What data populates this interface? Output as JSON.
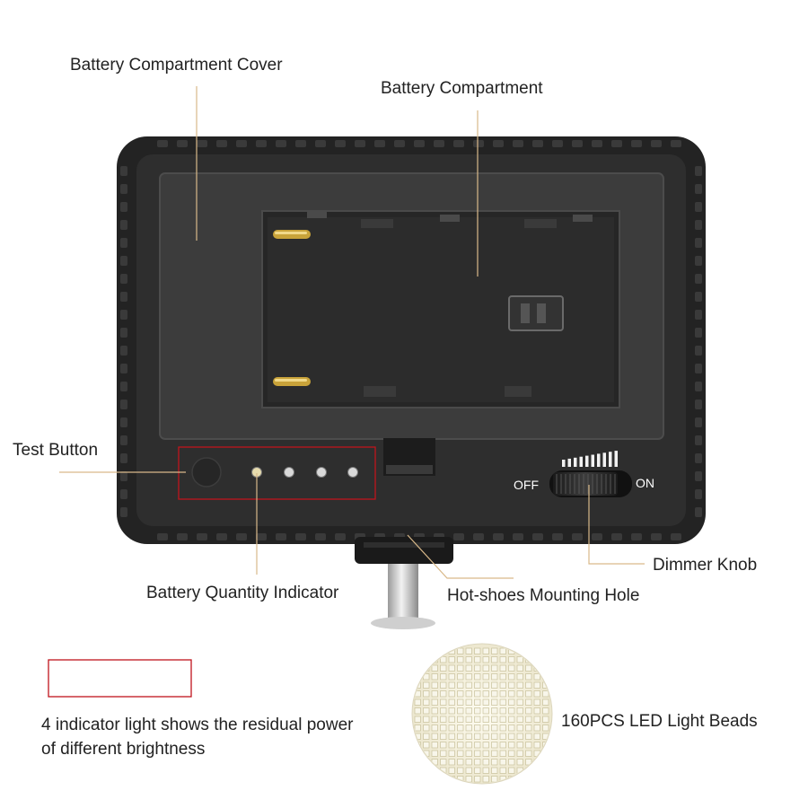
{
  "labels": {
    "battery_cover": "Battery Compartment Cover",
    "battery_compartment": "Battery Compartment",
    "test_button": "Test Button",
    "battery_indicator": "Battery Quantity Indicator",
    "hot_shoe": "Hot-shoes Mounting Hole",
    "dimmer_knob": "Dimmer Knob",
    "led_beads": "160PCS LED Light Beads"
  },
  "dimmer": {
    "off_label": "OFF",
    "on_label": "ON"
  },
  "note": {
    "line1": "4 indicator light shows the residual power",
    "line2": "of different  brightness"
  },
  "colors": {
    "body": "#2b2b2b",
    "panel": "#3a3a3a",
    "callout_line": "#d9b98a",
    "highlight_box": "#c0141c",
    "led": "#f6f2df"
  },
  "indicator_count": 4
}
